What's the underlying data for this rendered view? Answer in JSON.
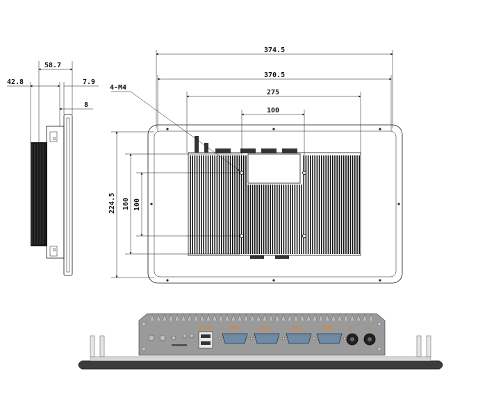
{
  "dimensions": {
    "side_depth_total": "58.7",
    "side_body": "42.8",
    "side_lip": "7.9",
    "side_bezel": "8",
    "overall_width": "374.5",
    "inner_width": "370.5",
    "heatsink_width": "275",
    "vesa_h": "100",
    "overall_height": "224.5",
    "mount_v": "160",
    "vesa_v": "100",
    "screw_callout": "4-M4"
  },
  "ports": {
    "usb_label": "USB 1/2",
    "com1": "COM 1",
    "com2": "COM 2",
    "com3": "COM 3",
    "com4": "COM 4",
    "dc_in": "DC",
    "ant": "ANT"
  },
  "colors": {
    "line": "#111111",
    "chassis": "#9a9a9a",
    "bezel": "#3c3c3c",
    "port_accent": "#e08020"
  }
}
